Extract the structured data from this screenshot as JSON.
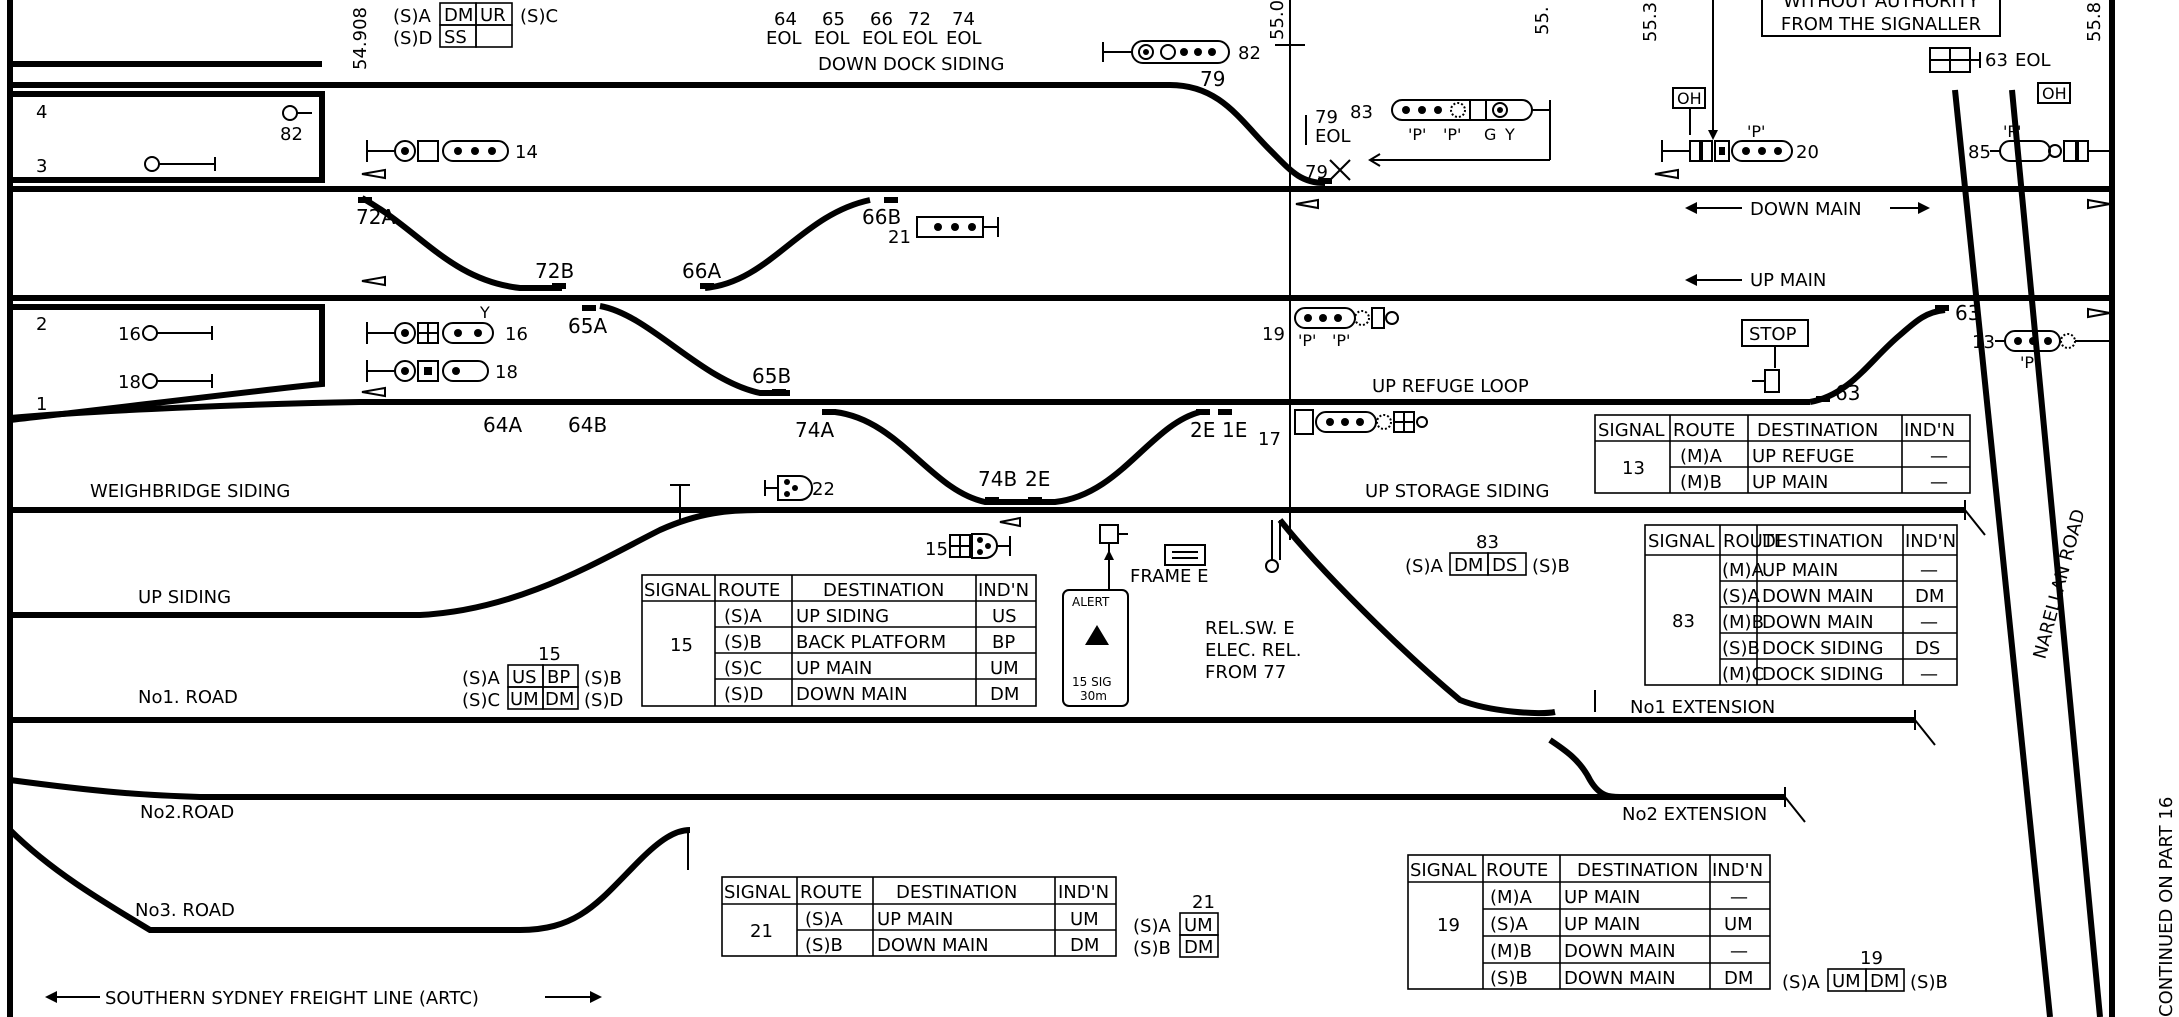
{
  "mileages": {
    "m1": "54.908",
    "m2": "55.0",
    "m3": "55.",
    "m4": "55.3",
    "m5": "55.8"
  },
  "notice": {
    "line1": "WITHOUT AUTHORITY",
    "line2": "FROM THE SIGNALLER"
  },
  "continued": "CONTINUED ON PART 16",
  "tracks": {
    "down_dock": "DOWN DOCK SIDING",
    "down_main": "DOWN MAIN",
    "up_main": "UP MAIN",
    "up_refuge": "UP REFUGE LOOP",
    "weighbridge": "WEIGHBRIDGE SIDING",
    "up_storage": "UP STORAGE SIDING",
    "up_siding": "UP SIDING",
    "no1": "No1. ROAD",
    "no1ext": "No1 EXTENSION",
    "no2": "No2.ROAD",
    "no2ext": "No2 EXTENSION",
    "no3": "No3. ROAD",
    "southern": "SOUTHERN SYDNEY FREIGHT LINE (ARTC)",
    "narellan": "NARELLAN ROAD"
  },
  "eol_numbers": [
    "64",
    "65",
    "66",
    "72",
    "74"
  ],
  "eol": "EOL",
  "points": [
    "72A",
    "72B",
    "66A",
    "66B",
    "65A",
    "65B",
    "64A",
    "64B",
    "74A",
    "74B",
    "2E",
    "2E",
    "1E",
    "79",
    "63",
    "63"
  ],
  "signals": {
    "s82": "82",
    "s82b": "82",
    "s14": "14",
    "s16": "16",
    "s16b": "16",
    "s18": "18",
    "s18b": "18",
    "s21": "21",
    "s22": "22",
    "s15": "15",
    "s79": "79",
    "s79b": "79",
    "s83": "83",
    "s20": "20",
    "s63": "63",
    "s85": "85",
    "s13": "13",
    "s19": "19",
    "s17": "17"
  },
  "aspect_text": {
    "p": "'P'",
    "g": "G",
    "y": "Y",
    "oh": "OH",
    "stop": "STOP"
  },
  "misc": {
    "frame_e": "FRAME E",
    "relsw_1": "REL.SW. E",
    "relsw_2": "ELEC. REL.",
    "relsw_3": "FROM 77",
    "alert": "ALERT",
    "alert_sig": "15 SIG",
    "alert_dist": "30m",
    "label_4": "4",
    "label_3": "3",
    "label_2": "2",
    "label_1": "1"
  },
  "indicators": {
    "sig_top": {
      "rows": [
        [
          "(S)A",
          "DM",
          "UR",
          "(S)C"
        ],
        [
          "(S)D",
          "SS",
          "",
          ""
        ]
      ]
    },
    "sig15": {
      "title": "15",
      "rows": [
        [
          "(S)A",
          "US",
          "BP",
          "(S)B"
        ],
        [
          "(S)C",
          "UM",
          "DM",
          "(S)D"
        ]
      ]
    },
    "sig21": {
      "title": "21",
      "rows": [
        [
          "(S)A",
          "UM"
        ],
        [
          "(S)B",
          "DM"
        ]
      ]
    },
    "sig83": {
      "title": "83",
      "rows": [
        [
          "(S)A",
          "DM",
          "DS",
          "(S)B"
        ]
      ]
    },
    "sig19": {
      "title": "19",
      "rows": [
        [
          "(S)A",
          "UM",
          "DM",
          "(S)B"
        ]
      ]
    }
  },
  "headers": [
    "SIGNAL",
    "ROUTE",
    "DESTINATION",
    "IND'N"
  ],
  "route_tables": {
    "t13": {
      "signal": "13",
      "rows": [
        [
          "(M)A",
          "UP REFUGE",
          "—"
        ],
        [
          "(M)B",
          "UP MAIN",
          "—"
        ]
      ]
    },
    "t83": {
      "signal": "83",
      "rows": [
        [
          "(M)A",
          "UP MAIN",
          "—"
        ],
        [
          "(S)A",
          "DOWN MAIN",
          "DM"
        ],
        [
          "(M)B",
          "DOWN MAIN",
          "—"
        ],
        [
          "(S)B",
          "DOCK SIDING",
          "DS"
        ],
        [
          "(M)C",
          "DOCK SIDING",
          "—"
        ]
      ]
    },
    "t15": {
      "signal": "15",
      "rows": [
        [
          "(S)A",
          "UP SIDING",
          "US"
        ],
        [
          "(S)B",
          "BACK PLATFORM",
          "BP"
        ],
        [
          "(S)C",
          "UP MAIN",
          "UM"
        ],
        [
          "(S)D",
          "DOWN MAIN",
          "DM"
        ]
      ]
    },
    "t21": {
      "signal": "21",
      "rows": [
        [
          "(S)A",
          "UP MAIN",
          "UM"
        ],
        [
          "(S)B",
          "DOWN MAIN",
          "DM"
        ]
      ]
    },
    "t19": {
      "signal": "19",
      "rows": [
        [
          "(M)A",
          "UP MAIN",
          "—"
        ],
        [
          "(S)A",
          "UP MAIN",
          "UM"
        ],
        [
          "(M)B",
          "DOWN MAIN",
          "—"
        ],
        [
          "(S)B",
          "DOWN MAIN",
          "DM"
        ]
      ]
    }
  }
}
